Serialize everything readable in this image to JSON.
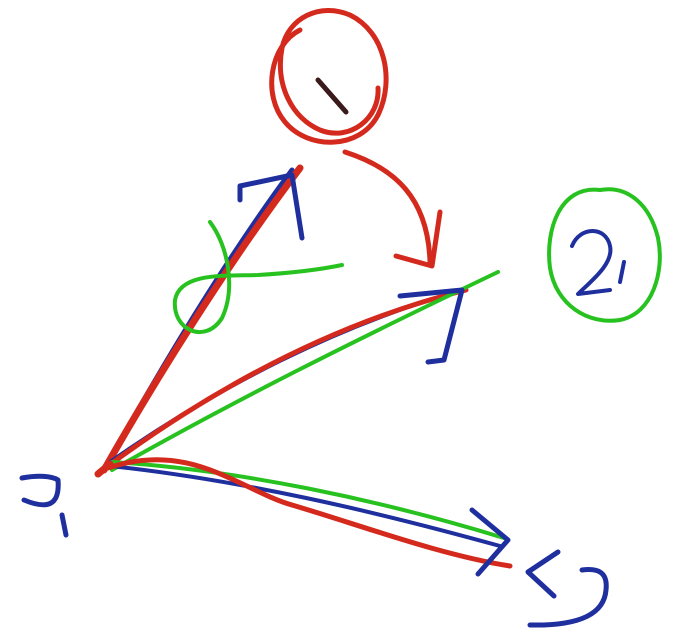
{
  "colors": {
    "red": "#d42a1e",
    "blue": "#1f2f9e",
    "green": "#27c21f",
    "dark": "#3a1a1a",
    "background": "#ffffff"
  },
  "labels": {
    "circle_one": "1",
    "circle_two": "2,",
    "origin": "J,",
    "lower_arrow_end": "[ ]"
  }
}
